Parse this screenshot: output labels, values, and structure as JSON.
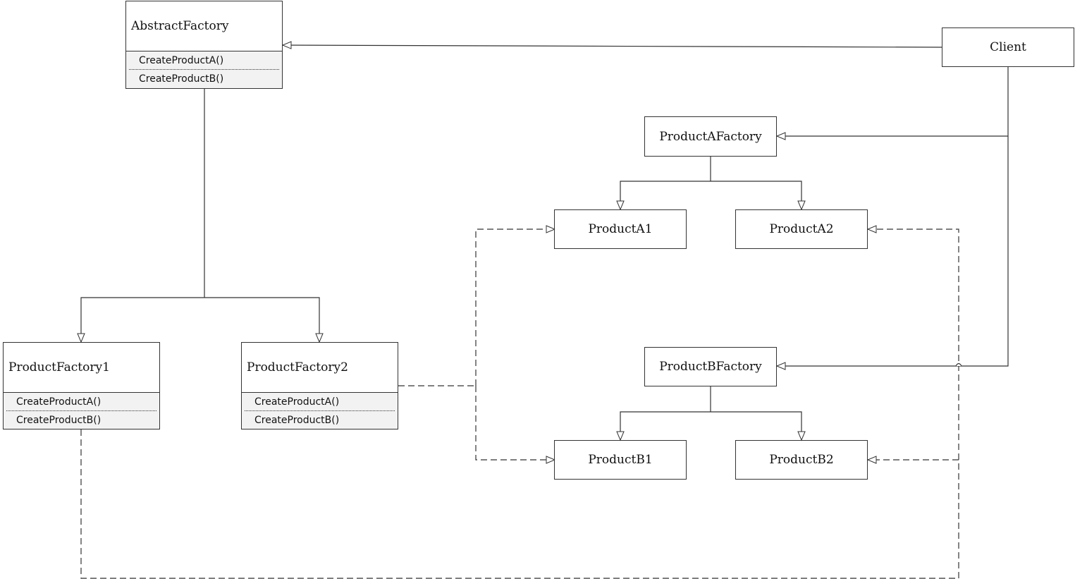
{
  "diagram": {
    "nodes": {
      "abstract_factory": {
        "title": "AbstractFactory",
        "methods": [
          "CreateProductA()",
          "CreateProductB()"
        ]
      },
      "client": {
        "label": "Client"
      },
      "product_a_factory": {
        "label": "ProductAFactory"
      },
      "product_b_factory": {
        "label": "ProductBFactory"
      },
      "product_a1": {
        "label": "ProductA1"
      },
      "product_a2": {
        "label": "ProductA2"
      },
      "product_b1": {
        "label": "ProductB1"
      },
      "product_b2": {
        "label": "ProductB2"
      },
      "product_factory1": {
        "title": "ProductFactory1",
        "methods": [
          "CreateProductA()",
          "CreateProductB()"
        ]
      },
      "product_factory2": {
        "title": "ProductFactory2",
        "methods": [
          "CreateProductA()",
          "CreateProductB()"
        ]
      }
    },
    "edges": [
      {
        "from": "client",
        "to": "abstract_factory",
        "style": "solid",
        "arrow": "hollow-triangle"
      },
      {
        "from": "client",
        "to": "product_a_factory",
        "style": "solid",
        "arrow": "hollow-triangle"
      },
      {
        "from": "client",
        "to": "product_b_factory",
        "style": "solid",
        "arrow": "hollow-triangle"
      },
      {
        "from": "abstract_factory",
        "to": "product_factory1",
        "style": "solid",
        "arrow": "hollow-triangle"
      },
      {
        "from": "abstract_factory",
        "to": "product_factory2",
        "style": "solid",
        "arrow": "hollow-triangle"
      },
      {
        "from": "product_a_factory",
        "to": "product_a1",
        "style": "solid",
        "arrow": "hollow-triangle"
      },
      {
        "from": "product_a_factory",
        "to": "product_a2",
        "style": "solid",
        "arrow": "hollow-triangle"
      },
      {
        "from": "product_b_factory",
        "to": "product_b1",
        "style": "solid",
        "arrow": "hollow-triangle"
      },
      {
        "from": "product_b_factory",
        "to": "product_b2",
        "style": "solid",
        "arrow": "hollow-triangle"
      },
      {
        "from": "product_factory2",
        "to": "product_a1",
        "style": "dashed",
        "arrow": "hollow-triangle"
      },
      {
        "from": "product_factory2",
        "to": "product_b1",
        "style": "dashed",
        "arrow": "hollow-triangle"
      },
      {
        "from": "product_factory1",
        "to": "product_a2",
        "style": "dashed",
        "arrow": "hollow-triangle"
      },
      {
        "from": "product_factory1",
        "to": "product_b2",
        "style": "dashed",
        "arrow": "hollow-triangle"
      }
    ],
    "colors": {
      "line": "#333333",
      "method_bg": "#f2f2f2",
      "box_bg": "#ffffff"
    }
  }
}
